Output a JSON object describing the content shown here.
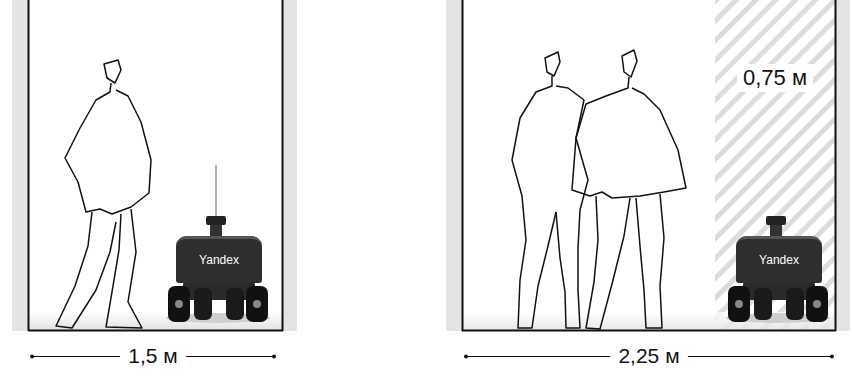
{
  "diagram": {
    "nodes": [
      {
        "text": [
          "Yandex"
        ]
      },
      {
        "text": [
          "0,75 м"
        ]
      },
      {
        "text": [
          "Yandex"
        ],
        "in": 1
      }
    ],
    "labels": [
      "1,5 м",
      "2,25 м"
    ]
  }
}
